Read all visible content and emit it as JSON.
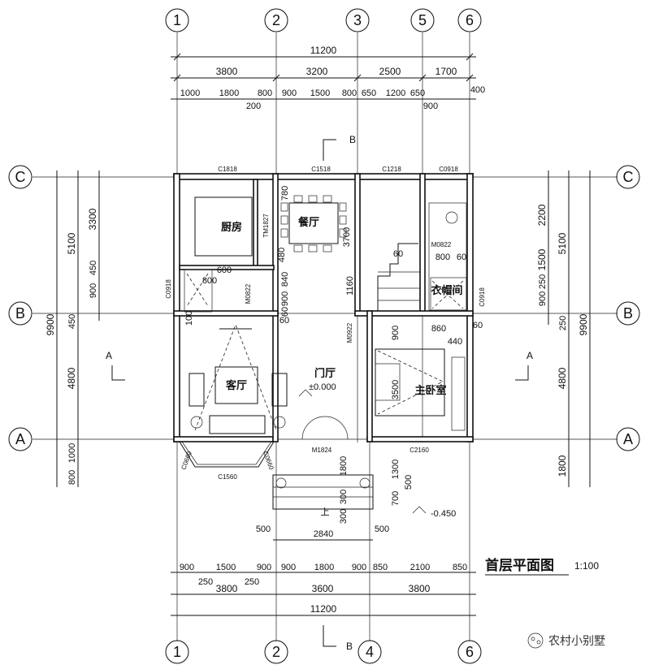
{
  "grid_labels": {
    "top": [
      "1",
      "2",
      "3",
      "5",
      "6"
    ],
    "bottom": [
      "1",
      "2",
      "4",
      "6"
    ],
    "left": [
      "C",
      "B",
      "A"
    ],
    "right": [
      "C",
      "B",
      "A"
    ]
  },
  "dims_top": {
    "overall": "11200",
    "row2": [
      "3800",
      "3200",
      "2500",
      "1700"
    ],
    "row3": [
      "1000",
      "1800",
      "800",
      "900",
      "1500",
      "800",
      "650",
      "1200",
      "650",
      "900",
      "400"
    ],
    "sub": "200"
  },
  "dims_bottom": {
    "row1": [
      "900",
      "1500",
      "900",
      "900",
      "1800",
      "900",
      "850",
      "2100",
      "850"
    ],
    "sub": [
      "250",
      "250"
    ],
    "row2": [
      "3800",
      "3600",
      "3800"
    ],
    "overall": "11200"
  },
  "dims_left": {
    "overall": "9900",
    "row2": [
      "5100",
      "450",
      "4800",
      "1000",
      "800"
    ],
    "row3": [
      "3300",
      "450",
      "900"
    ]
  },
  "dims_right": {
    "overall": "9900",
    "row2": [
      "5100",
      "250",
      "4800",
      "1800"
    ],
    "row3": [
      "2200",
      "1500",
      "250",
      "900"
    ]
  },
  "rooms": {
    "kitchen": "厨房",
    "dining": "餐厅",
    "living": "客厅",
    "foyer": "门厅",
    "master_bedroom": "主卧室",
    "cloakroom": "衣帽间",
    "elevation": "±0.000",
    "outdoor_elevation": "-0.450"
  },
  "openings": {
    "c1818": "C1818",
    "c1518": "C1518",
    "c1218": "C1218",
    "c0918_top": "C0918",
    "c0918_left": "C0918",
    "c0918_right": "C0918",
    "m0822_left": "M0822",
    "m0822_right": "M0822",
    "m0922": "M0922",
    "tm1827": "TM1827",
    "m1824": "M1824",
    "c2160": "C2160",
    "c1560": "C1560",
    "c0660_left": "C0660",
    "c0660_right": "C0660"
  },
  "interior_dims": {
    "d780": "780",
    "d3700": "3700",
    "d480": "480",
    "d840": "840",
    "d900a": "900",
    "d60a": "60",
    "d1160": "1160",
    "d800": "800",
    "d600": "600",
    "d100": "100",
    "d60b": "60",
    "d800b": "800",
    "d60c": "60",
    "d900b": "900",
    "d860": "860",
    "d60d": "60",
    "d440": "440",
    "d3500": "3500",
    "d1800": "1800",
    "d300a": "300",
    "d300b": "300",
    "d700": "700",
    "d1300": "1300",
    "d500": "500",
    "d500_left": "500",
    "d2840": "2840",
    "d500_right": "500",
    "stair_up": "上",
    "plus60": "60"
  },
  "sections": {
    "b_top": "B",
    "b_bottom": "B",
    "a_left": "A",
    "a_right": "A"
  },
  "title": "首层平面图",
  "scale": "1:100",
  "watermark": "农村小别墅"
}
